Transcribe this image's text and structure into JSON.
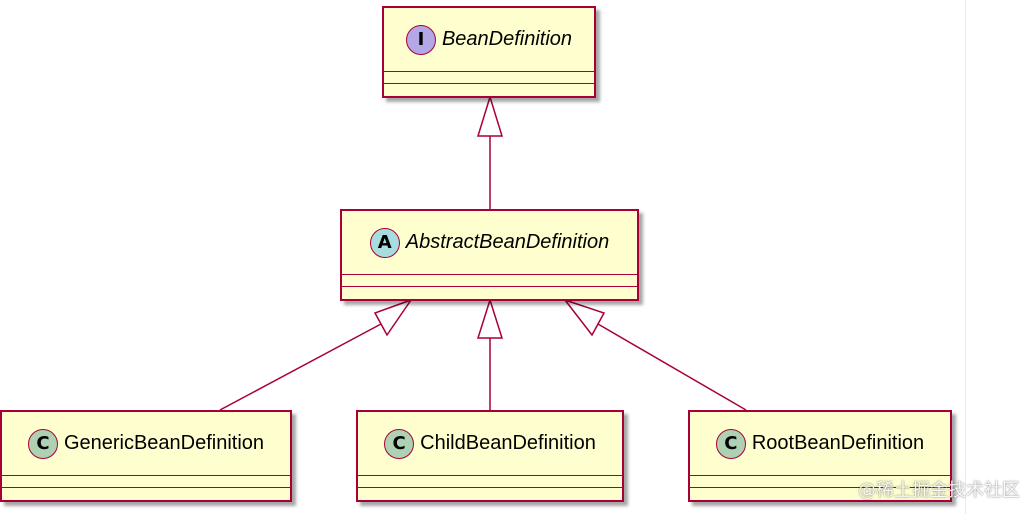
{
  "diagram": {
    "nodes": [
      {
        "id": "bean-definition",
        "stereotype": "I",
        "kind": "interface",
        "name": "BeanDefinition"
      },
      {
        "id": "abstract-bean-definition",
        "stereotype": "A",
        "kind": "abstract",
        "name": "AbstractBeanDefinition"
      },
      {
        "id": "generic-bean-definition",
        "stereotype": "C",
        "kind": "class",
        "name": "GenericBeanDefinition"
      },
      {
        "id": "child-bean-definition",
        "stereotype": "C",
        "kind": "class",
        "name": "ChildBeanDefinition"
      },
      {
        "id": "root-bean-definition",
        "stereotype": "C",
        "kind": "class",
        "name": "RootBeanDefinition"
      }
    ],
    "edges": [
      {
        "from": "abstract-bean-definition",
        "to": "bean-definition",
        "type": "extends"
      },
      {
        "from": "generic-bean-definition",
        "to": "abstract-bean-definition",
        "type": "extends"
      },
      {
        "from": "child-bean-definition",
        "to": "abstract-bean-definition",
        "type": "extends"
      },
      {
        "from": "root-bean-definition",
        "to": "abstract-bean-definition",
        "type": "extends"
      }
    ],
    "colors": {
      "border": "#a80036",
      "fill": "#fefece",
      "interface_badge": "#b4a7e5",
      "abstract_badge": "#a9dcdf",
      "class_badge": "#add1b2"
    }
  },
  "watermark": "@稀土掘金技术社区"
}
